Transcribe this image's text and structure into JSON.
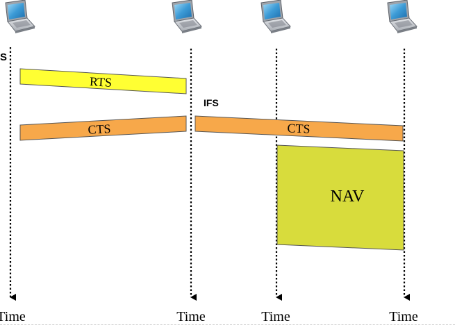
{
  "station_labels": {
    "station_1_partial": "S"
  },
  "frames": {
    "rts_label": "RTS",
    "cts_label": "CTS",
    "nav_label": "NAV",
    "ifs_label": "IFS"
  },
  "timeline": {
    "time_labels": [
      "Time",
      "Time",
      "Time",
      "Time"
    ]
  },
  "icons": {
    "station": "laptop-icon"
  },
  "colors": {
    "rts_fill": "#ffff33",
    "cts_fill": "#f7a84a",
    "nav_fill": "#d8dc3c",
    "laptop_body": "#c8ccd2",
    "laptop_screen": "#4aa6d9"
  }
}
